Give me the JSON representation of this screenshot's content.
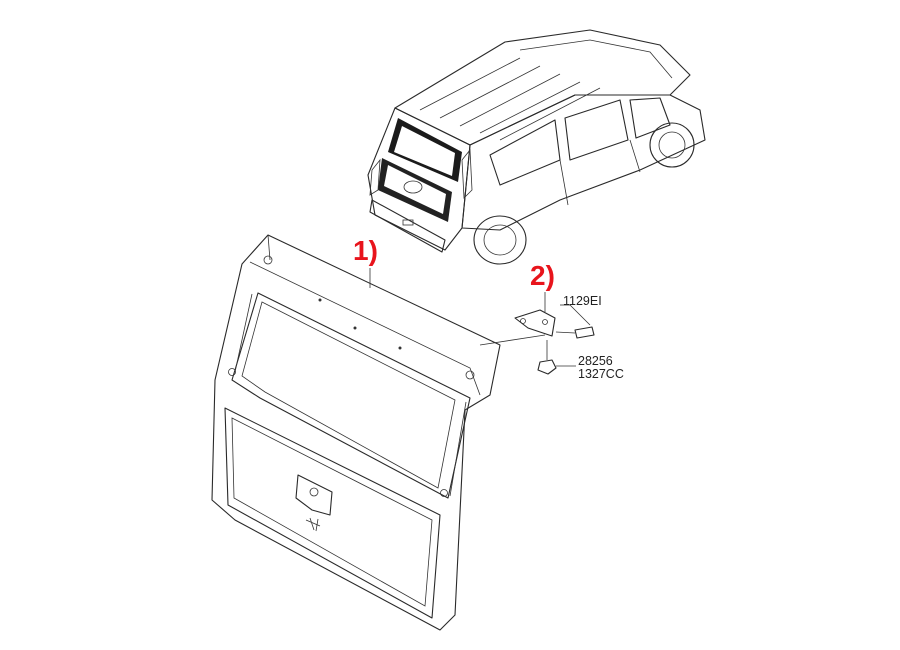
{
  "callouts": {
    "gate_number": "1)",
    "hinge_number": "2)",
    "color": "#e8141c"
  },
  "part_numbers": {
    "bolt": "1129EI",
    "nut_line1": "28256",
    "nut_line2": "1327CC"
  }
}
